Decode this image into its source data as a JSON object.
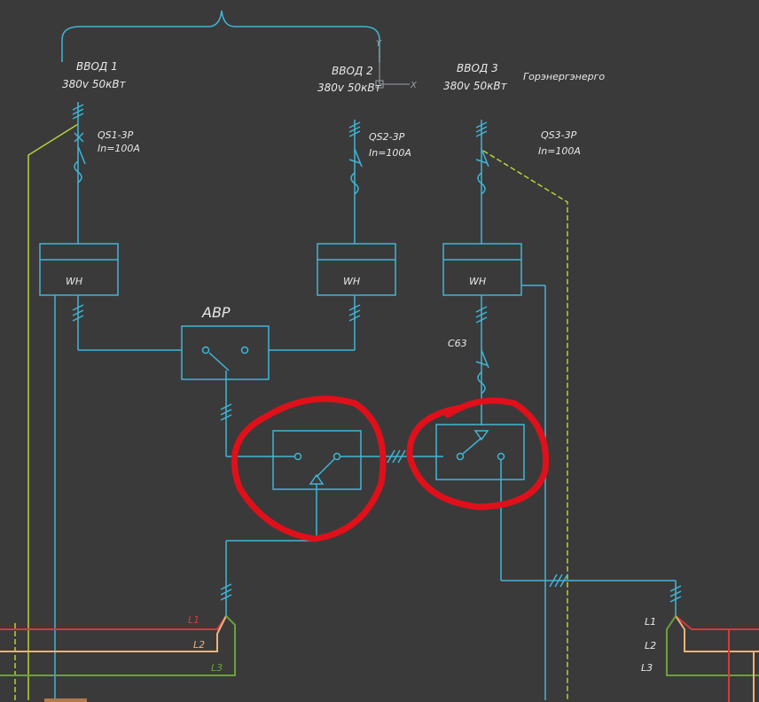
{
  "colors": {
    "background": "#3a3a3b",
    "wire": "#3fb6d6",
    "ground": "#b7d23a",
    "l1": "#d63a3a",
    "l2": "#f0b27a",
    "l3": "#6aa13a",
    "markup": "#e0101a",
    "text": "#e8e8e8"
  },
  "inputs": [
    {
      "name": "ВВОД 1",
      "rating": "380v 50кВт",
      "breaker": "QS1-3P",
      "current": "In=100A",
      "meter": "WH"
    },
    {
      "name": "ВВОД 2",
      "rating": "380v 50кВт",
      "breaker": "QS2-3P",
      "current": "In=100A",
      "meter": "WH"
    },
    {
      "name": "ВВОД 3",
      "rating": "380v 50кВт",
      "breaker": "QS3-3P",
      "current": "In=100A",
      "meter": "WH",
      "note": "Горэнергэнерго"
    }
  ],
  "avr_label": "АВР",
  "breaker_c63": "C63",
  "phases_left": [
    "L1",
    "L2",
    "L3"
  ],
  "phases_right": [
    "L1",
    "L2",
    "L3"
  ],
  "ucs": {
    "x": "X",
    "y": "Y"
  }
}
